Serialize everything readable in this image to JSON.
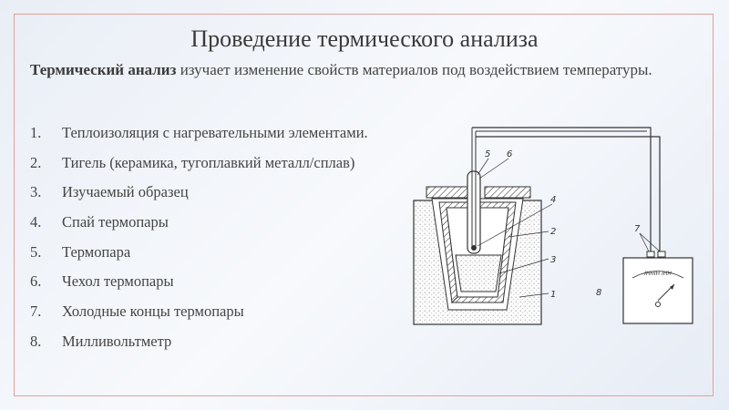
{
  "title": "Проведение термического анализа",
  "intro": {
    "term": "Термический анализ",
    "text": " изучает изменение свойств материалов под воздействием температуры."
  },
  "items": [
    {
      "num": "1.",
      "text": "Теплоизоляция с нагревательными элементами."
    },
    {
      "num": "2.",
      "text": "Тигель (керамика, тугоплавкий металл/сплав)"
    },
    {
      "num": "3.",
      "text": "Изучаемый образец"
    },
    {
      "num": "4.",
      "text": "Спай термопары"
    },
    {
      "num": "5.",
      "text": "Термопара"
    },
    {
      "num": "6.",
      "text": "Чехол термопары"
    },
    {
      "num": "7.",
      "text": "Холодные концы термопары"
    },
    {
      "num": "8.",
      "text": "Милливольтметр"
    }
  ],
  "diagram_labels": {
    "l1": "1",
    "l2": "2",
    "l3": "3",
    "l4": "4",
    "l5": "5",
    "l6": "6",
    "l7": "7",
    "l8": "8"
  },
  "meter_scale_text": "ІННІН ІНН"
}
